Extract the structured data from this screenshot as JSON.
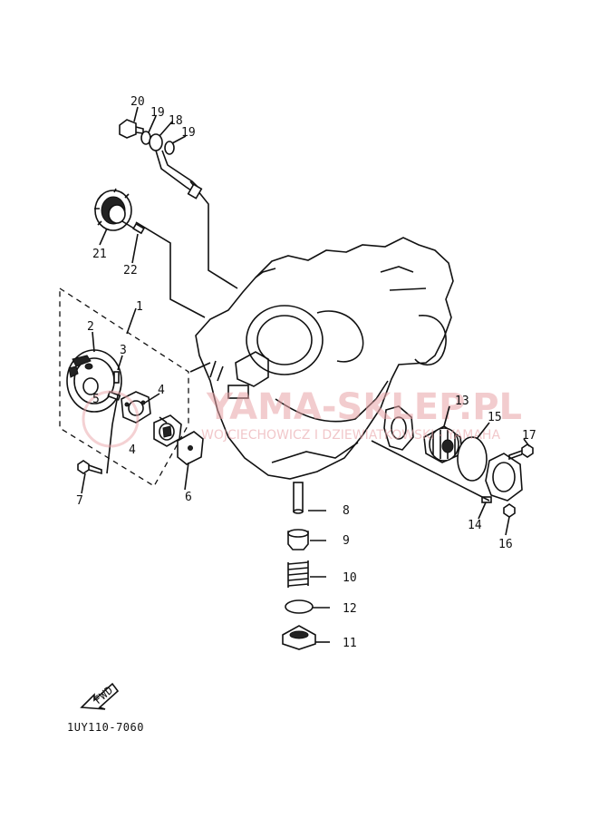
{
  "watermark": {
    "main": "YAMA-SKLEP.PL",
    "sub": "WOJCIECHOWICZ I DZIEWIATKOWSKI - YAMAHA"
  },
  "callouts": {
    "c1": "1",
    "c2": "2",
    "c3": "3",
    "c4a": "4",
    "c4b": "4",
    "c5": "5",
    "c6": "6",
    "c7": "7",
    "c8": "8",
    "c9": "9",
    "c10": "10",
    "c11": "11",
    "c12": "12",
    "c13": "13",
    "c14": "14",
    "c15": "15",
    "c16": "16",
    "c17": "17",
    "c18": "18",
    "c19a": "19",
    "c19b": "19",
    "c20": "20",
    "c21": "21",
    "c22": "22"
  },
  "fwd_label": "FWD",
  "diagram_code": "1UY110-7060",
  "colors": {
    "ink": "#111111",
    "watermark": "#e9a3a7"
  }
}
